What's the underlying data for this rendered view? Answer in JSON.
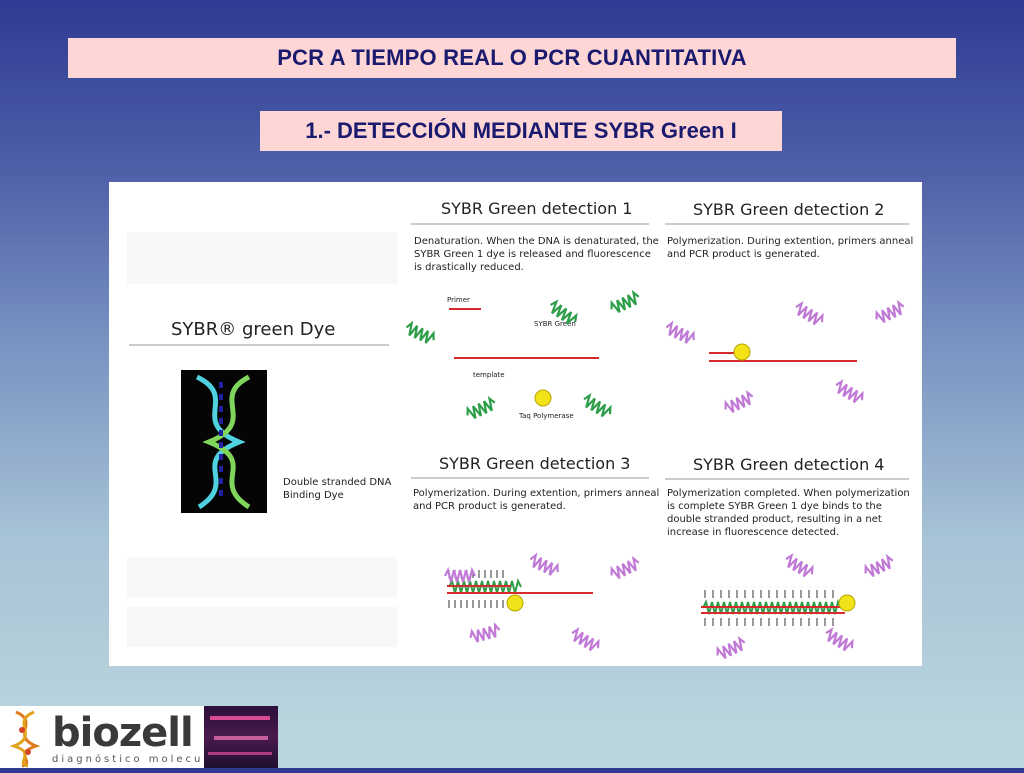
{
  "title": "PCR A TIEMPO REAL O PCR CUANTITATIVA",
  "subtitle": "1.- DETECCIÓN MEDIANTE SYBR Green I",
  "dye_panel": {
    "title": "SYBR® green Dye",
    "caption_1": "Double stranded DNA",
    "caption_2": "Binding Dye"
  },
  "panels": [
    {
      "title": "SYBR Green detection 1",
      "lines": [
        "Denaturation. When the DNA is denaturated, the",
        "SYBR Green 1 dye is released and fluorescence",
        "is drastically reduced."
      ],
      "labels": {
        "primer": "Primer",
        "sybr": "SYBR Green",
        "template": "template",
        "taq": "Taq Polymerase"
      }
    },
    {
      "title": "SYBR Green detection 2",
      "lines": [
        "Polymerization. During extention, primers anneal",
        "and PCR product is generated."
      ]
    },
    {
      "title": "SYBR Green detection 3",
      "lines": [
        "Polymerization. During extention, primers anneal",
        "and PCR product is generated."
      ]
    },
    {
      "title": "SYBR Green detection 4",
      "lines": [
        "Polymerization completed. When polymerization",
        "is complete SYBR Green 1 dye binds to the",
        "double stranded product, resulting in a net",
        "increase in fluorescence detected."
      ]
    }
  ],
  "logo": {
    "name": "biozell",
    "tagline": "diagnóstico molecular"
  },
  "colors": {
    "title_bg": "#ffd6d6",
    "title_text": "#1a1a6e",
    "strand": "#d62b2b",
    "sybr_free": "#2e9e4a",
    "sybr_bound_panel": "#c07ad6",
    "polymerase": "#f2e21a"
  }
}
